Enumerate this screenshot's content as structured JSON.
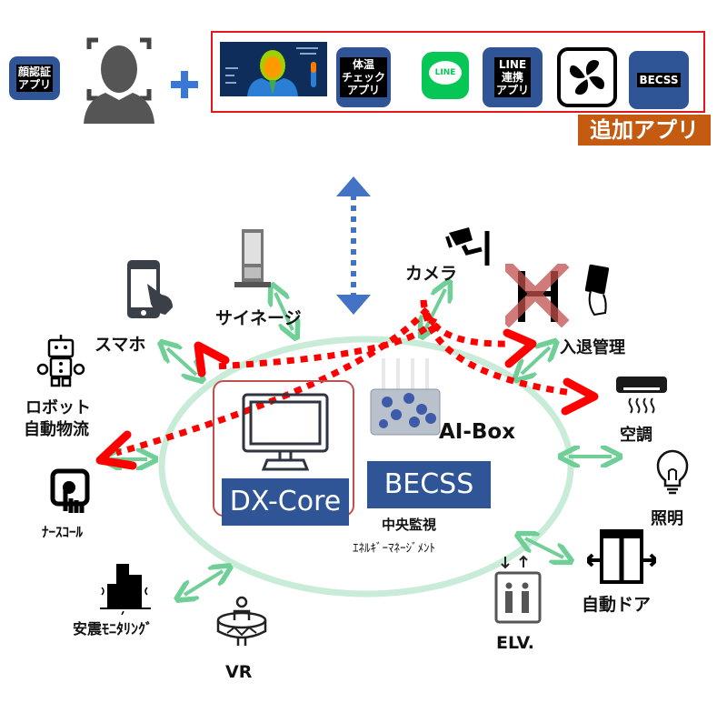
{
  "header": {
    "face_app_label": "顔認証\nアプリ",
    "plus_symbol": "+",
    "addon_apps": [
      {
        "id": "thermal-camera",
        "label": ""
      },
      {
        "id": "temp-check-app",
        "label": "体温\nチェック\nアプリ"
      },
      {
        "id": "line",
        "label": "LINE"
      },
      {
        "id": "line-app",
        "label": "LINE\n連携\nアプリ"
      },
      {
        "id": "fan",
        "label": ""
      },
      {
        "id": "becss-app",
        "label": "BECSS"
      }
    ],
    "addon_tag": "追加アプリ"
  },
  "center": {
    "dx_core_label": "DX-Core",
    "ai_box_label": "AI-Box",
    "becss_label": "BECSS",
    "becss_sub1": "中央監視",
    "becss_sub2": "ｴﾈﾙｷﾞｰﾏﾈｰｼﾞﾒﾝﾄ"
  },
  "nodes": {
    "smartphone": "スマホ",
    "signage": "サイネージ",
    "camera": "カメラ",
    "access_control": "入退管理",
    "robot_line1": "ロボット",
    "robot_line2": "自動物流",
    "air_conditioning": "空調",
    "lighting": "照明",
    "nurse_call": "ﾅｰｽｺｰﾙ",
    "auto_door": "自動ドア",
    "seismic": "安震ﾓﾆﾀﾘﾝｸﾞ",
    "vr": "VR",
    "elevator": "ELV."
  },
  "colors": {
    "ring": "#c9ecd9",
    "green_arrow": "#6fcf97",
    "red_dotted": "#ff0000",
    "blue_arrow": "#4472c4",
    "tile_blue": "#2f5597",
    "addon_border": "#e8141b",
    "addon_tag": "#c55a11"
  }
}
